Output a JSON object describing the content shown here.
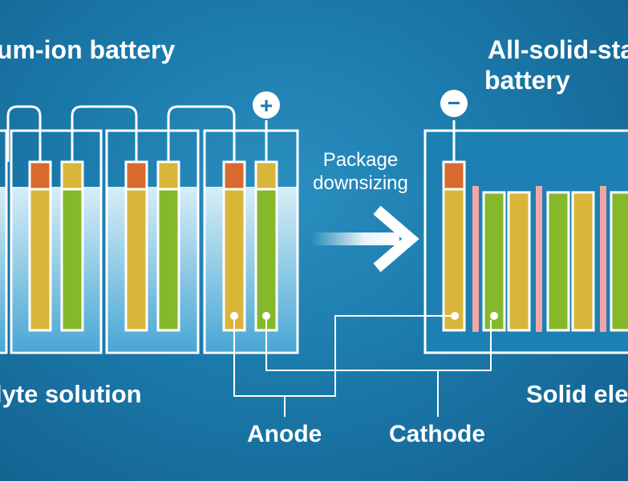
{
  "labels": {
    "left_title": "um-ion battery",
    "right_title_line1": "All-solid-sta",
    "right_title_line2": "battery",
    "left_bottom": "lyte solution",
    "right_bottom": "Solid ele",
    "arrow_line1": "Package",
    "arrow_line2": "downsizing",
    "anode": "Anode",
    "cathode": "Cathode",
    "plus_sign": "+",
    "minus_sign": "−"
  },
  "colors": {
    "background": "#1b7aab",
    "anode_yellow": "#d9b53a",
    "cathode_green": "#86b82c",
    "terminal_orange": "#d86a2f",
    "electrolyte_pink": "#f2a6a6",
    "liquid": "#bfe1ef"
  }
}
